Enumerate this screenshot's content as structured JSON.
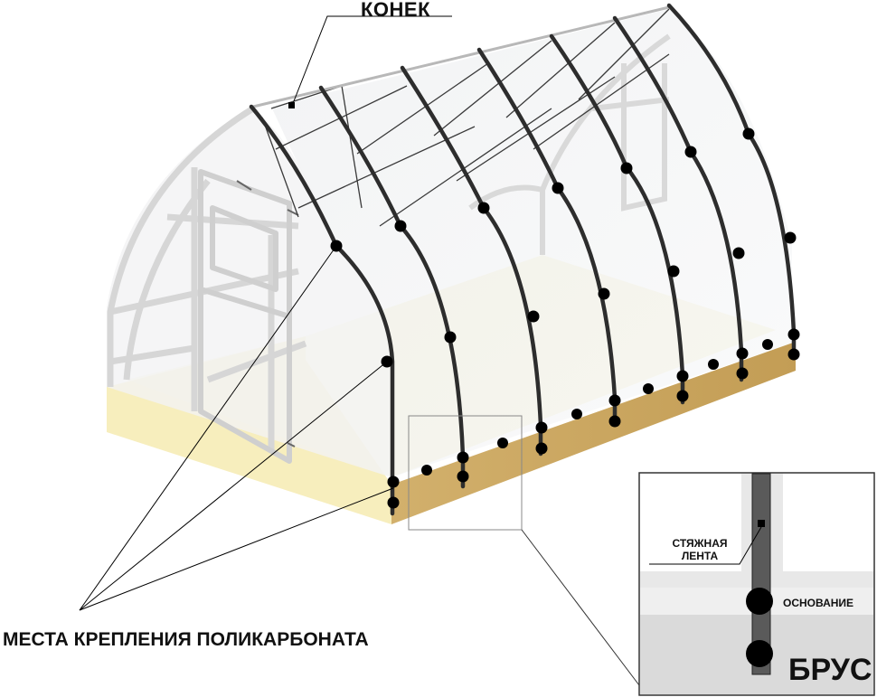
{
  "labels": {
    "ridge": "КОНЕК",
    "mounting_points": "МЕСТА КРЕПЛЕНИЯ ПОЛИКАРБОНАТА",
    "strap_line1": "СТЯЖНАЯ",
    "strap_line2": "ЛЕНТА",
    "base": "ОСНОВАНИЕ",
    "beam": "БРУС"
  },
  "colors": {
    "timber_front": "#c9a662",
    "timber_back": "#f7eebd",
    "arch_profile": "#2d2d2d",
    "frame": "#dcdcdc",
    "polycarbonate": "#eef0f2",
    "fastener_point": "#000000"
  }
}
